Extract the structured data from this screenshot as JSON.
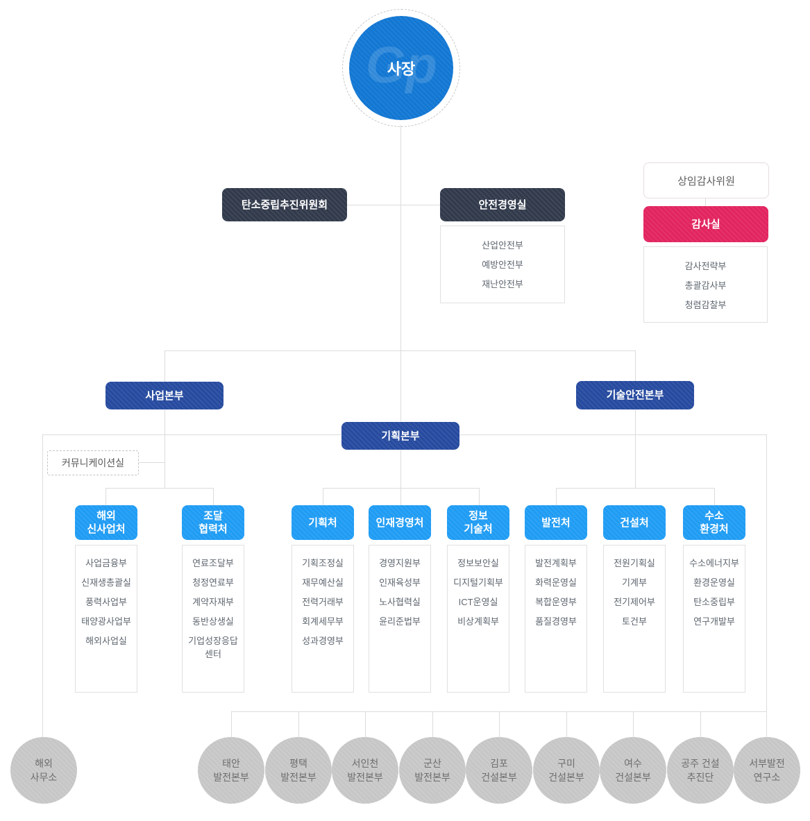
{
  "president": {
    "label": "사장",
    "watermark": "Gp"
  },
  "committee": {
    "label": "탄소중립추진위원회"
  },
  "safety_office": {
    "label": "안전경영실",
    "items": [
      "산업안전부",
      "예방안전부",
      "재난안전부"
    ]
  },
  "audit": {
    "commissioner_label": "상임감사위원",
    "office_label": "감사실",
    "items": [
      "감사전략부",
      "총괄감사부",
      "청렴감찰부"
    ]
  },
  "divisions": {
    "business": "사업본부",
    "planning": "기획본부",
    "tech_safety": "기술안전본부"
  },
  "communication": {
    "label": "커뮤니케이션실"
  },
  "departments": [
    {
      "label": "해외\n신사업처",
      "items": [
        "사업금융부",
        "신재생총괄실",
        "풍력사업부",
        "태양광사업부",
        "해외사업실"
      ]
    },
    {
      "label": "조달\n협력처",
      "items": [
        "연료조달부",
        "청정연료부",
        "계약자재부",
        "동반상생실",
        "기업성장응답\n센터"
      ]
    },
    {
      "label": "기획처",
      "items": [
        "기획조정실",
        "재무예산실",
        "전력거래부",
        "회계세무부",
        "성과경영부"
      ]
    },
    {
      "label": "인재경영처",
      "items": [
        "경영지원부",
        "인재육성부",
        "노사협력실",
        "윤리준법부"
      ]
    },
    {
      "label": "정보\n기술처",
      "items": [
        "정보보안실",
        "디지털기획부",
        "ICT운영실",
        "비상계획부"
      ]
    },
    {
      "label": "발전처",
      "items": [
        "발전계획부",
        "화력운영실",
        "복합운영부",
        "품질경영부"
      ]
    },
    {
      "label": "건설처",
      "items": [
        "전원기획실",
        "기계부",
        "전기제어부",
        "토건부"
      ]
    },
    {
      "label": "수소\n환경처",
      "items": [
        "수소에너지부",
        "환경운영실",
        "탄소중립부",
        "연구개발부"
      ]
    }
  ],
  "sites": [
    "해외\n사무소",
    "태안\n발전본부",
    "평택\n발전본부",
    "서인천\n발전본부",
    "군산\n발전본부",
    "김포\n건설본부",
    "구미\n건설본부",
    "여수\n건설본부",
    "공주 건설\n추진단",
    "서부발전\n연구소"
  ],
  "colors": {
    "president_blue": "#1277d3",
    "division_navy": "#264a9f",
    "department_blue": "#1f9cf4",
    "dark_slate": "#313a4b",
    "audit_pink": "#e2245f",
    "site_gray": "#c6c6c6",
    "line_gray": "#dcdcdc"
  }
}
